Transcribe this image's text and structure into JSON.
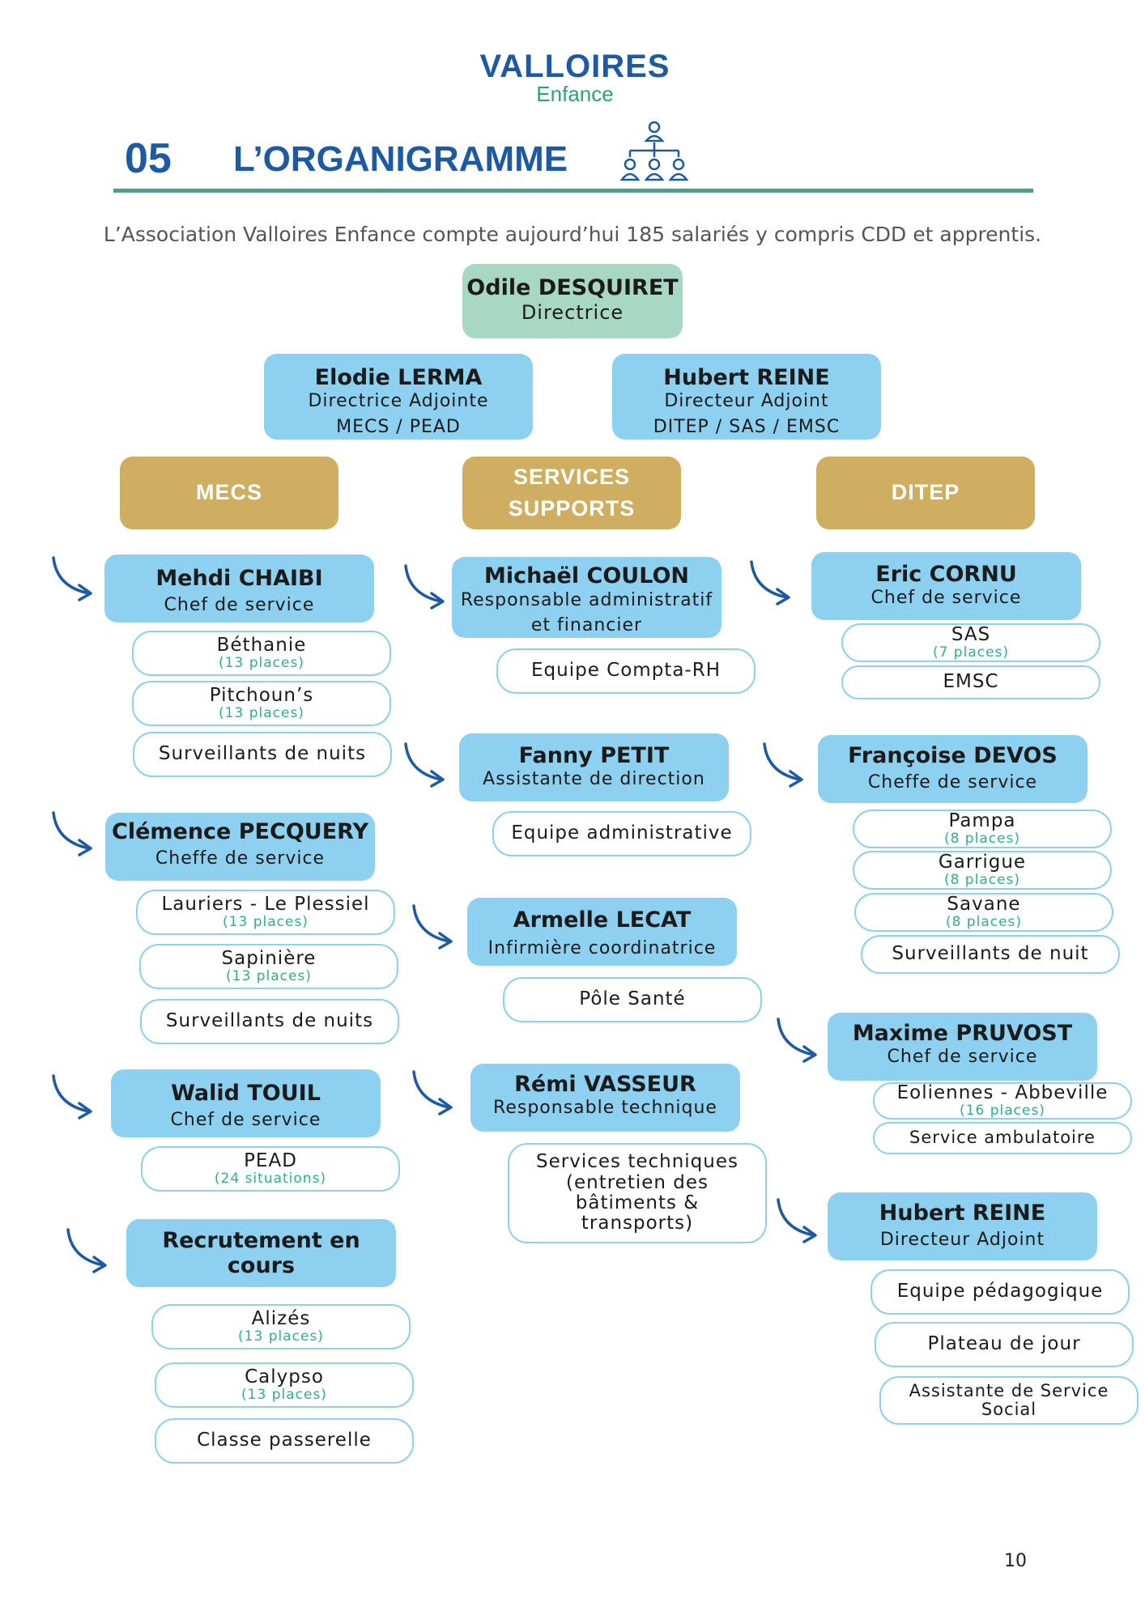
{
  "logo": {
    "word": "VALLOIRES",
    "sub": "Enfance"
  },
  "section": {
    "number": "05",
    "title": "L’ORGANIGRAMME"
  },
  "intro": "L’Association Valloires Enfance compte aujourd’hui 185 salariés y compris CDD et apprentis.",
  "director": {
    "name": "Odile DESQUIRET",
    "role": "Directrice"
  },
  "deputies": [
    {
      "name": "Elodie LERMA",
      "role": "Directrice Adjointe",
      "scope": "MECS / PEAD"
    },
    {
      "name": "Hubert REINE",
      "role": "Directeur Adjoint",
      "scope": "DITEP / SAS / EMSC"
    }
  ],
  "poles": [
    {
      "label": "MECS"
    },
    {
      "label": "SERVICES SUPPORTS"
    },
    {
      "label": "DITEP"
    }
  ],
  "mecs": [
    {
      "name": "Mehdi CHAIBI",
      "role": "Chef de service",
      "units": [
        {
          "label": "Béthanie",
          "cap": "(13 places)"
        },
        {
          "label": "Pitchoun’s",
          "cap": "(13 places)"
        },
        {
          "label": "Surveillants de nuits",
          "cap": ""
        }
      ]
    },
    {
      "name": "Clémence PECQUERY",
      "role": "Cheffe de service",
      "units": [
        {
          "label": "Lauriers - Le Plessiel",
          "cap": "(13 places)"
        },
        {
          "label": "Sapinière",
          "cap": "(13 places)"
        },
        {
          "label": "Surveillants de nuits",
          "cap": ""
        }
      ]
    },
    {
      "name": "Walid TOUIL",
      "role": "Chef de service",
      "units": [
        {
          "label": "PEAD",
          "cap": "(24 situations)"
        }
      ]
    },
    {
      "name": "Recrutement en cours",
      "role": "",
      "units": [
        {
          "label": "Alizés",
          "cap": "(13 places)"
        },
        {
          "label": "Calypso",
          "cap": "(13 places)"
        },
        {
          "label": "Classe passerelle",
          "cap": ""
        }
      ]
    }
  ],
  "supports": [
    {
      "name": "Michaël COULON",
      "role": "Responsable administratif et financier",
      "units": [
        {
          "label": "Equipe Compta-RH"
        }
      ]
    },
    {
      "name": "Fanny PETIT",
      "role": "Assistante de direction",
      "units": [
        {
          "label": "Equipe administrative"
        }
      ]
    },
    {
      "name": "Armelle LECAT",
      "role": "Infirmière coordinatrice",
      "units": [
        {
          "label": "Pôle Santé"
        }
      ]
    },
    {
      "name": "Rémi VASSEUR",
      "role": "Responsable technique",
      "units": [
        {
          "label": "Services techniques (entretien des bâtiments & transports)"
        }
      ]
    }
  ],
  "ditep": [
    {
      "name": "Eric CORNU",
      "role": "Chef de service",
      "units": [
        {
          "label": "SAS",
          "cap": "(7 places)"
        },
        {
          "label": "EMSC",
          "cap": ""
        }
      ]
    },
    {
      "name": "Françoise DEVOS",
      "role": "Cheffe de service",
      "units": [
        {
          "label": "Pampa",
          "cap": "(8 places)"
        },
        {
          "label": "Garrigue",
          "cap": "(8 places)"
        },
        {
          "label": "Savane",
          "cap": "(8 places)"
        },
        {
          "label": "Surveillants de nuit",
          "cap": ""
        }
      ]
    },
    {
      "name": "Maxime PRUVOST",
      "role": "Chef de service",
      "units": [
        {
          "label": "Eoliennes - Abbeville",
          "cap": "(16 places)"
        },
        {
          "label": "Service ambulatoire",
          "cap": ""
        }
      ]
    },
    {
      "name": "Hubert REINE",
      "role": "Directeur Adjoint",
      "units": [
        {
          "label": "Equipe pédagogique",
          "cap": ""
        },
        {
          "label": "Plateau de jour",
          "cap": ""
        },
        {
          "label": "Assistante de Service Social",
          "cap": ""
        }
      ]
    }
  ],
  "page_number": "10",
  "colors": {
    "brand_blue": "#1d5aa3",
    "green": "#3ea58a",
    "box_blue": "#8ed0f0",
    "box_green": "#a8d8c3",
    "gold": "#cfae61",
    "capacity_green": "#2fb083"
  }
}
